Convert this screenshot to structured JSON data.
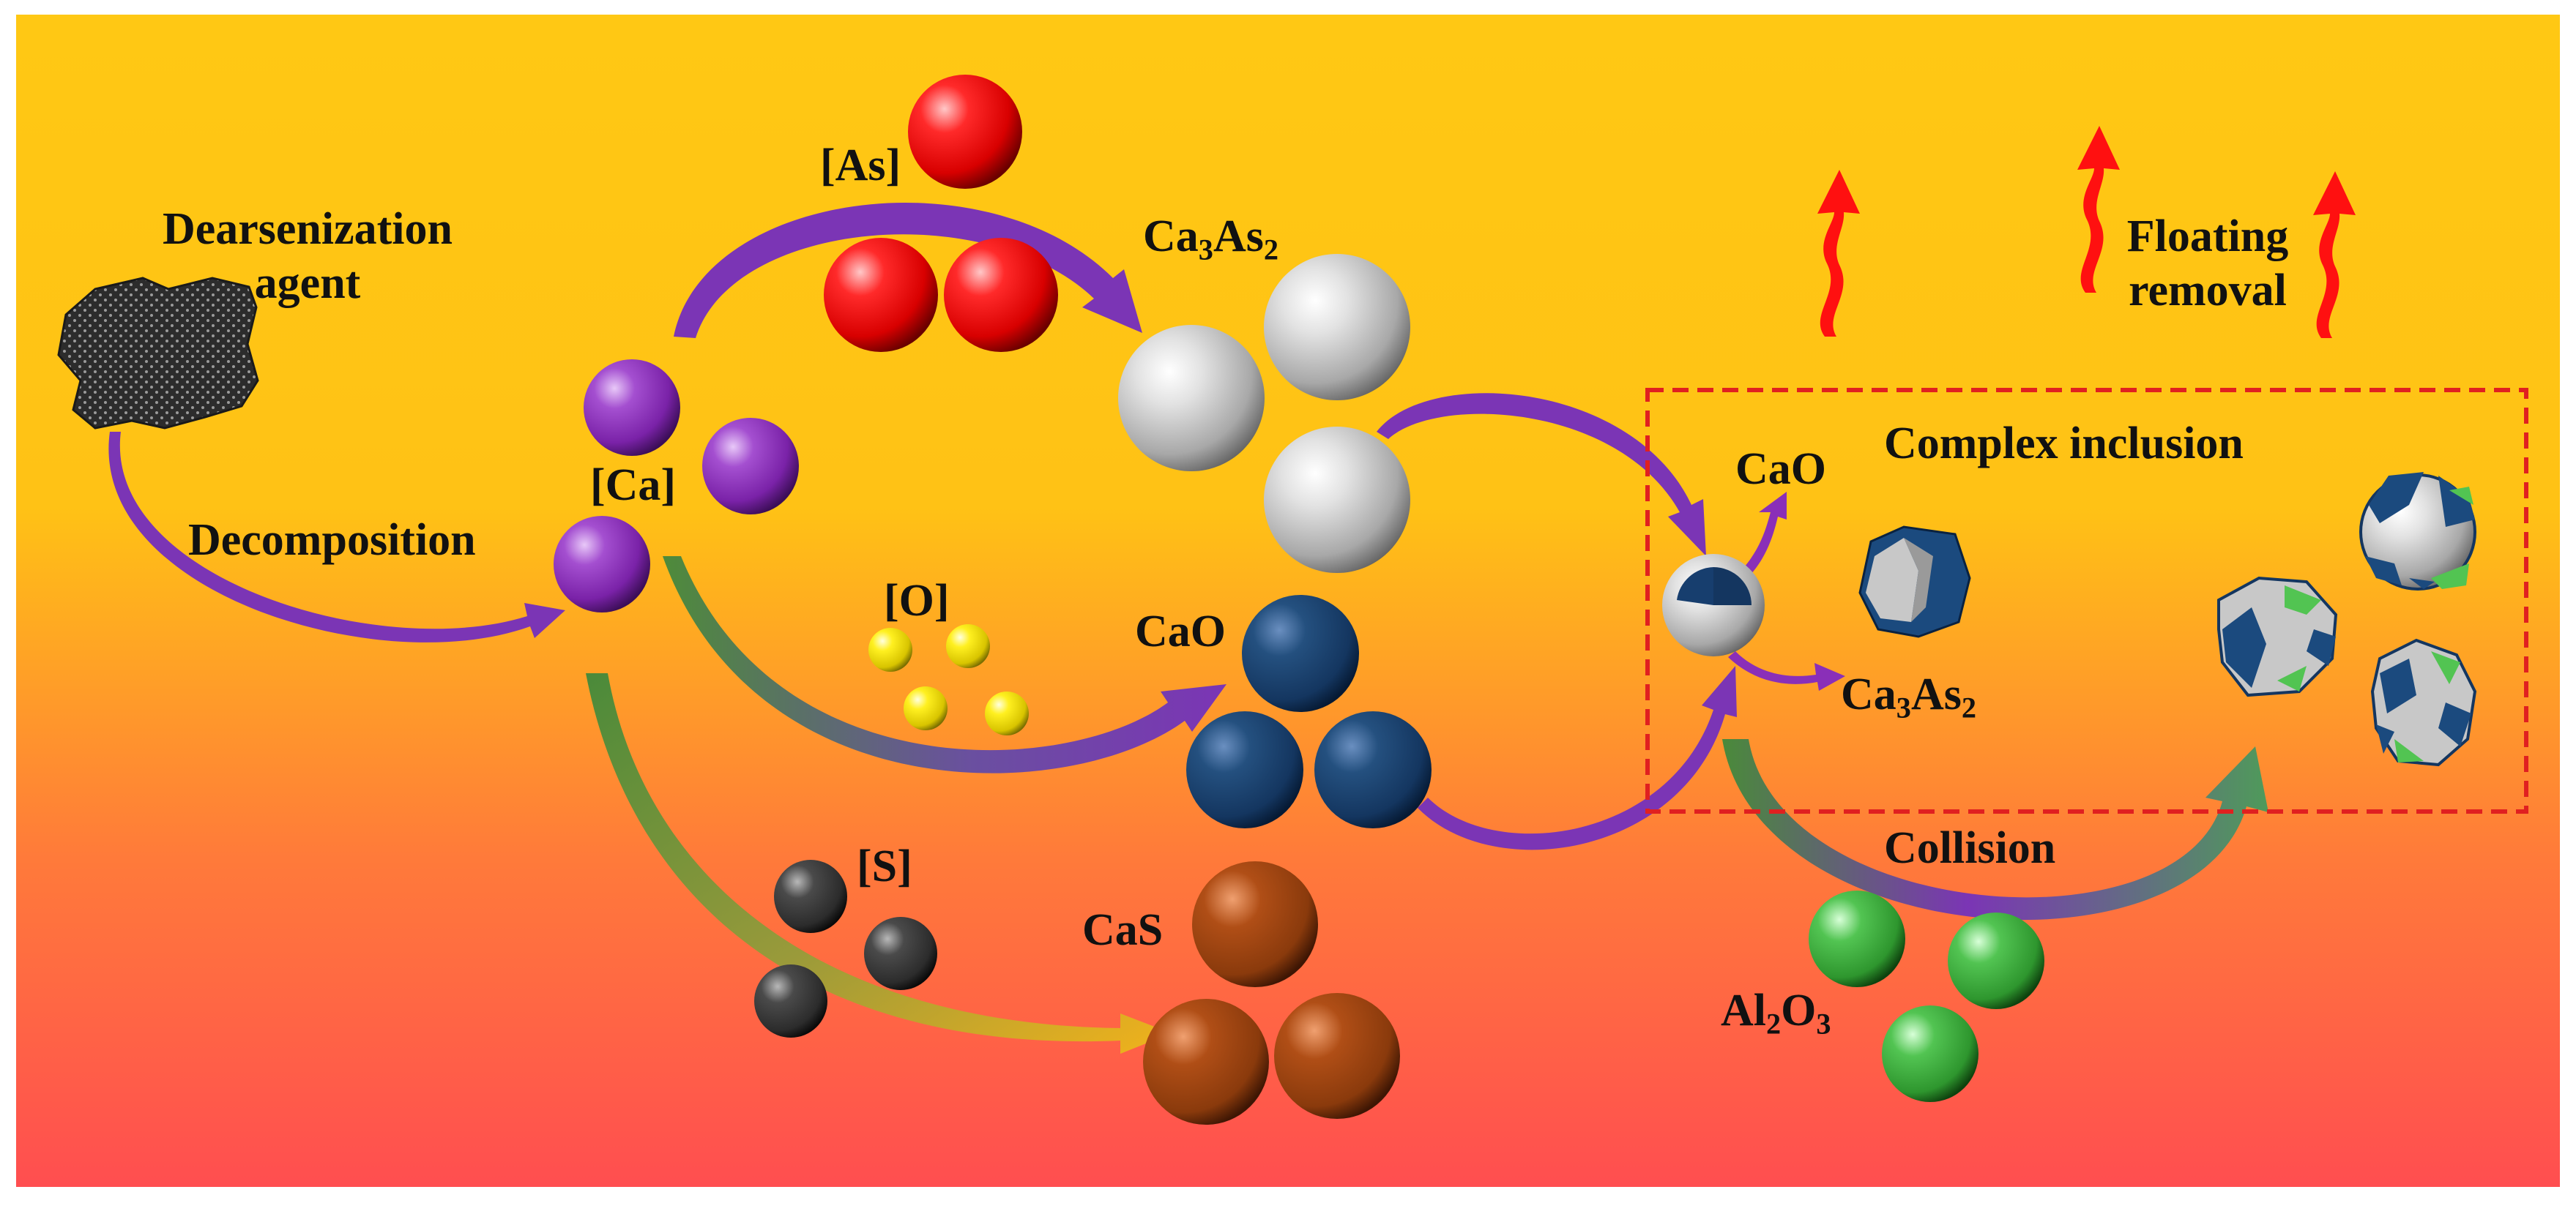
{
  "colors": {
    "background_top": "#FFC814",
    "background_bottom": "#FF4E50",
    "arrow_purple": "#7B35B5",
    "arrow_green": "#4A8A3A",
    "arrow_orange": "#F2B21B",
    "inclusion_box_border": "#E02020",
    "rising_arrow": "#FF1010",
    "sphere_ca": "#8A2FB8",
    "sphere_as": "#E00000",
    "sphere_ca3as2": "#C8C8C8",
    "sphere_o": "#F2E400",
    "sphere_cao": "#173E6E",
    "sphere_s": "#3A3A3A",
    "sphere_cas": "#9A4412",
    "sphere_al2o3": "#3FAF3F"
  },
  "labels": {
    "dearsenization_agent_line1": "Dearsenization",
    "dearsenization_agent_line2": "agent",
    "decomposition": "Decomposition",
    "ca": "[Ca]",
    "as": "[As]",
    "o": "[O]",
    "s": "[S]",
    "ca3as2": {
      "base1": "Ca",
      "sub1": "3",
      "base2": "As",
      "sub2": "2"
    },
    "cao": "CaO",
    "cas": "CaS",
    "complex_inclusion": "Complex inclusion",
    "cao_inclusion": "CaO",
    "ca3as2_inclusion": {
      "base1": "Ca",
      "sub1": "3",
      "base2": "As",
      "sub2": "2"
    },
    "collision": "Collision",
    "al2o3": {
      "base1": "Al",
      "sub1": "2",
      "base2": "O",
      "sub2": "3"
    },
    "floating_removal_line1": "Floating",
    "floating_removal_line2": "removal"
  },
  "icons": [
    "dearsenization-agent-particle-icon",
    "rising-wavy-arrow-icon"
  ]
}
